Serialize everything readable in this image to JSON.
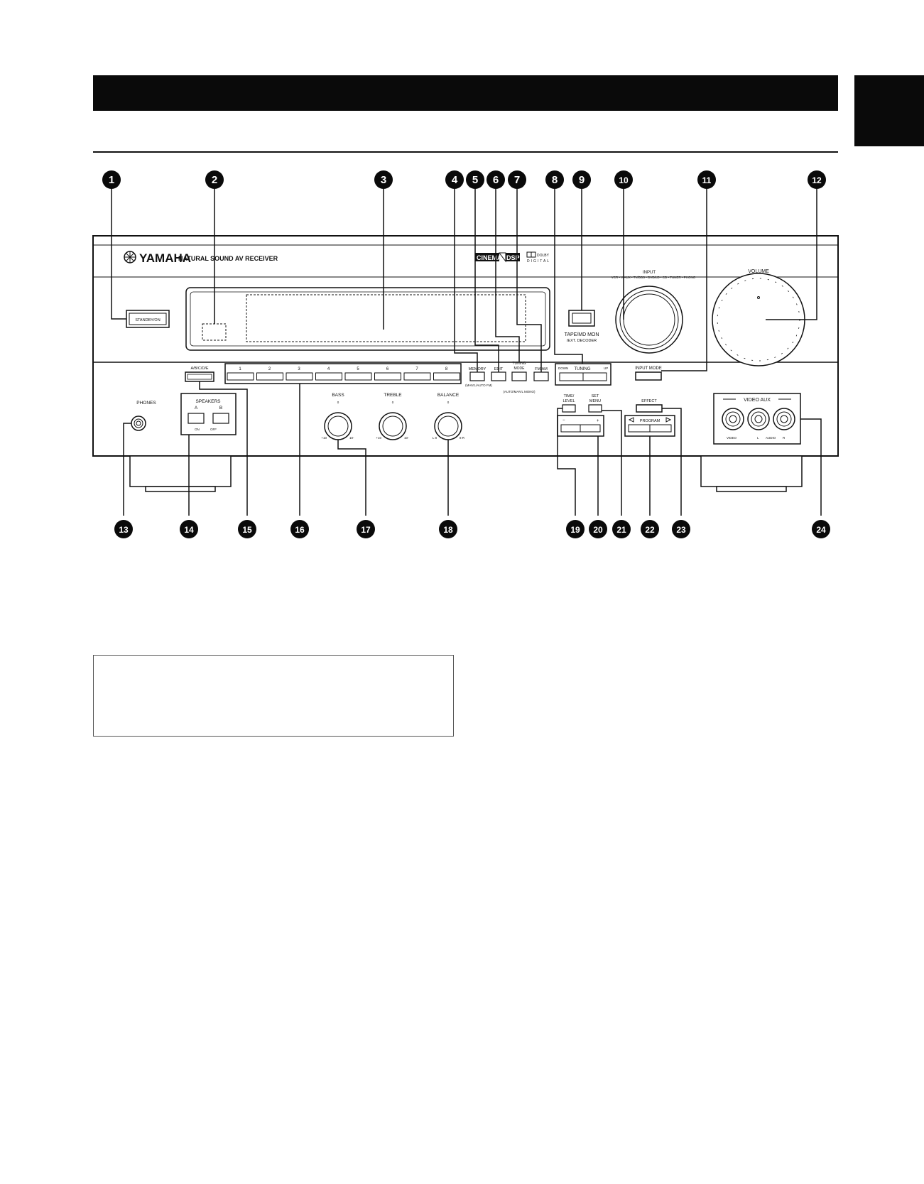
{
  "brand": "YAMAHA",
  "tagline": "NATURAL SOUND   AV RECEIVER",
  "badges": {
    "cinema": "CINEMA",
    "dsp": "DSP",
    "dolby": "DOLBY",
    "digital": "DIGITAL"
  },
  "controls": {
    "standby": "STANDBY/ON",
    "tape_mon": "TAPE/MD MON",
    "ext_decoder": "/EXT. DECODER",
    "input_label": "INPUT",
    "input_sources": "VCR • V-AUX • TV/DBS • DVD/LD • CD • TUNER • PHONO",
    "volume": "VOLUME",
    "input_mode": "INPUT MODE",
    "abcde": "A/B/C/D/E",
    "presets": [
      "1",
      "2",
      "3",
      "4",
      "5",
      "6",
      "7",
      "8"
    ],
    "memory": "MEMORY",
    "man_auto_fm": "(MAN'L/AUTO FM)",
    "edit": "EDIT",
    "tuning_mode_1": "TUNING",
    "tuning_mode_2": "MODE",
    "auto_manl_mono": "(AUTO/MAN'L MONO)",
    "fm_am": "FM/AM",
    "tuning": "TUNING",
    "tuning_down": "DOWN",
    "tuning_up": "UP",
    "phones": "PHONES",
    "speakers": "SPEAKERS",
    "spk_a": "A",
    "spk_b": "B",
    "spk_on": "ON",
    "spk_off": "OFF",
    "bass": "BASS",
    "treble": "TREBLE",
    "balance": "BALANCE",
    "time_level_1": "TIME/",
    "time_level_2": "LEVEL",
    "set_menu_1": "SET",
    "set_menu_2": "MENU",
    "minus": "−",
    "plus": "+",
    "effect": "EFFECT",
    "program": "PROGRAM",
    "video_aux": "VIDEO AUX",
    "jack_video": "VIDEO",
    "jack_l": "L",
    "jack_audio": "AUDIO",
    "jack_r": "R",
    "tone_marks": {
      "zero": "0",
      "plus_db": "+10",
      "minus_db": "10-",
      "bal_l": "L 8",
      "bal_r": "8 R"
    }
  },
  "callouts_top": [
    "1",
    "2",
    "3",
    "4",
    "5",
    "6",
    "7",
    "8",
    "9",
    "10",
    "11",
    "12"
  ],
  "callouts_bottom": [
    "13",
    "14",
    "15",
    "16",
    "17",
    "18",
    "19",
    "20",
    "21",
    "22",
    "23",
    "24"
  ]
}
